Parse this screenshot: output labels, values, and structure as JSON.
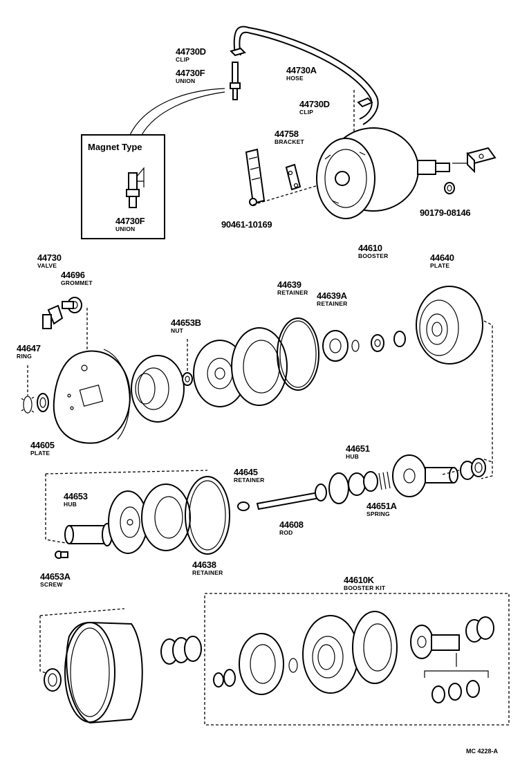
{
  "magnet_box": {
    "title": "Magnet Type"
  },
  "figure_code": "MC 4228-A",
  "parts": [
    {
      "number": "44730D",
      "name": "CLIP"
    },
    {
      "number": "44730F",
      "name": "UNION"
    },
    {
      "number": "44730A",
      "name": "HOSE"
    },
    {
      "number": "44730D",
      "name": "CLIP"
    },
    {
      "number": "44758",
      "name": "BRACKET"
    },
    {
      "number": "44730F",
      "name": "UNION"
    },
    {
      "number": "90461-10169",
      "name": ""
    },
    {
      "number": "90179-08146",
      "name": ""
    },
    {
      "number": "44610",
      "name": "BOOSTER"
    },
    {
      "number": "44730",
      "name": "VALVE"
    },
    {
      "number": "44696",
      "name": "GROMMET"
    },
    {
      "number": "44639",
      "name": "RETAINER"
    },
    {
      "number": "44639A",
      "name": "RETAINER"
    },
    {
      "number": "44640",
      "name": "PLATE"
    },
    {
      "number": "44653B",
      "name": "NUT"
    },
    {
      "number": "44647",
      "name": "RING"
    },
    {
      "number": "44605",
      "name": "PLATE"
    },
    {
      "number": "44651",
      "name": "HUB"
    },
    {
      "number": "44645",
      "name": "RETAINER"
    },
    {
      "number": "44653",
      "name": "HUB"
    },
    {
      "number": "44608",
      "name": "ROD"
    },
    {
      "number": "44651A",
      "name": "SPRING"
    },
    {
      "number": "44638",
      "name": "RETAINER"
    },
    {
      "number": "44653A",
      "name": "SCREW"
    },
    {
      "number": "44610K",
      "name": "BOOSTER KIT"
    }
  ]
}
